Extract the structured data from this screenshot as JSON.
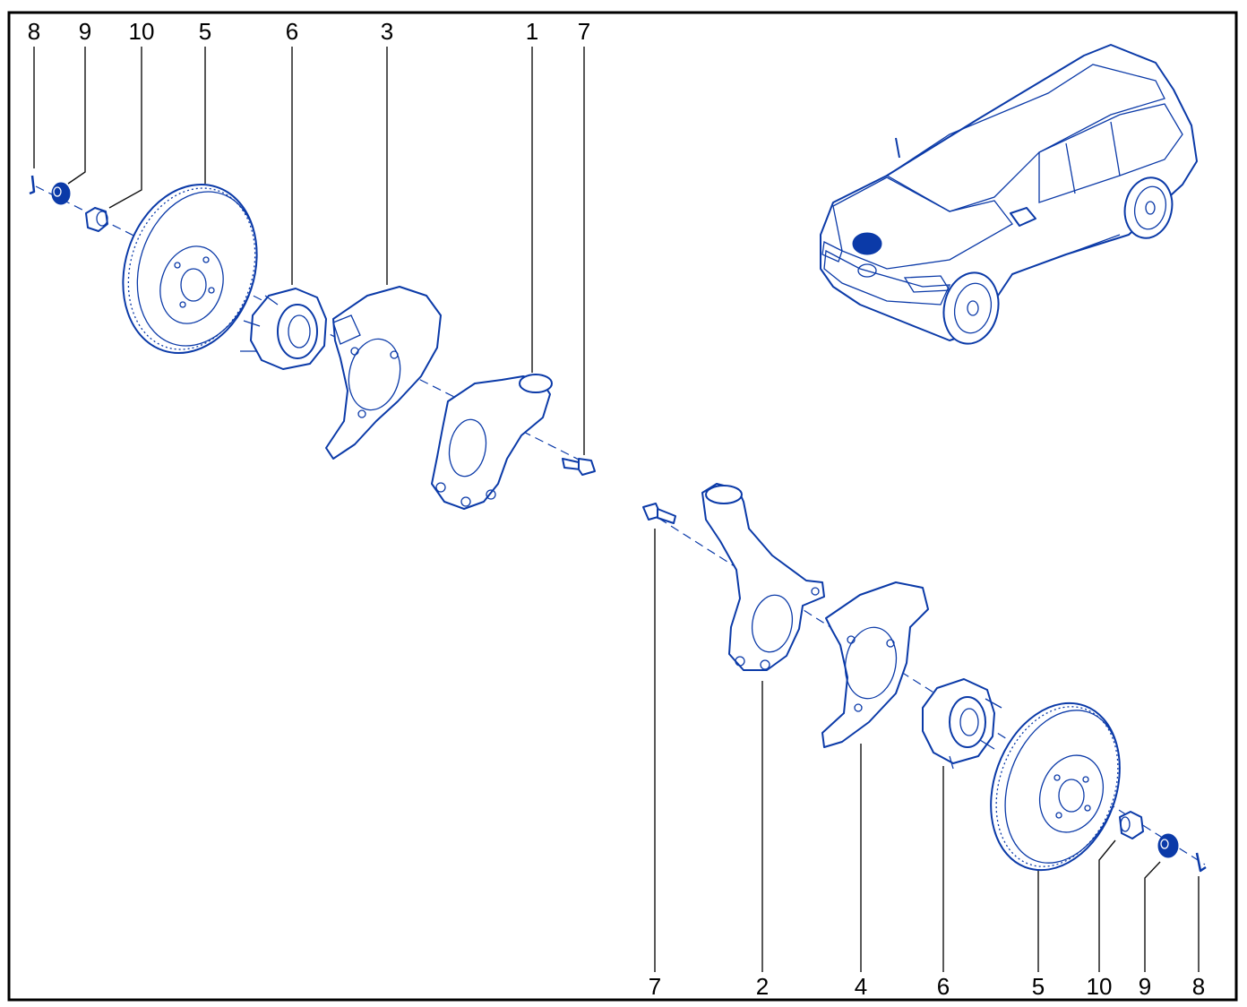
{
  "diagram": {
    "border_color": "#000000",
    "part_color": "#0b3aa8",
    "callouts_top": [
      "8",
      "9",
      "10",
      "5",
      "6",
      "3",
      "1",
      "7"
    ],
    "callouts_bottom": [
      "7",
      "2",
      "4",
      "6",
      "5",
      "10",
      "9",
      "8"
    ]
  }
}
